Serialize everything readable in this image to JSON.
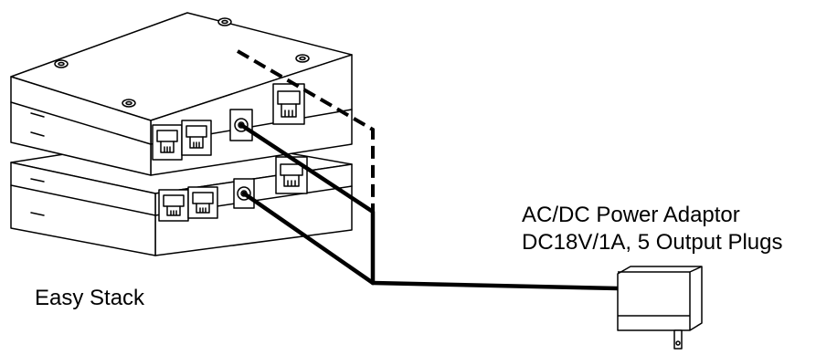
{
  "labels": {
    "device": "Easy Stack",
    "adaptor_title": "AC/DC Power Adaptor",
    "adaptor_spec": "DC18V/1A, 5 Output Plugs"
  },
  "colors": {
    "background": "#ffffff",
    "line": "#000000",
    "fill": "#ffffff"
  }
}
